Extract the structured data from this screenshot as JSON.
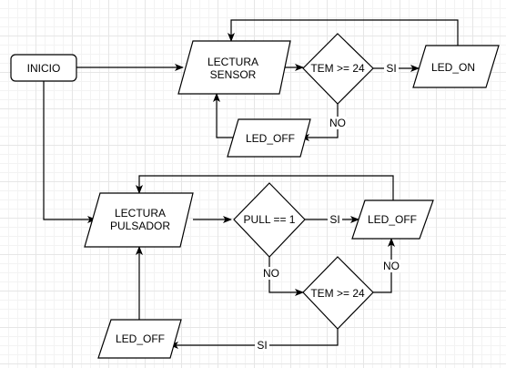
{
  "nodes": {
    "inicio": "INICIO",
    "lectura_sensor": [
      "LECTURA",
      "SENSOR"
    ],
    "tem1": "TEM >= 24",
    "led_on": "LED_ON",
    "led_off_top": "LED_OFF",
    "lectura_pulsador": [
      "LECTURA",
      "PULSADOR"
    ],
    "pull": "PULL == 1",
    "led_off_mid": "LED_OFF",
    "tem2": "TEM >= 24",
    "led_off_bottom": "LED_OFF"
  },
  "edge_labels": {
    "tem1_si": "SI",
    "tem1_no": "NO",
    "pull_si": "SI",
    "pull_no": "NO",
    "tem2_no": "NO",
    "tem2_si": "SI"
  }
}
